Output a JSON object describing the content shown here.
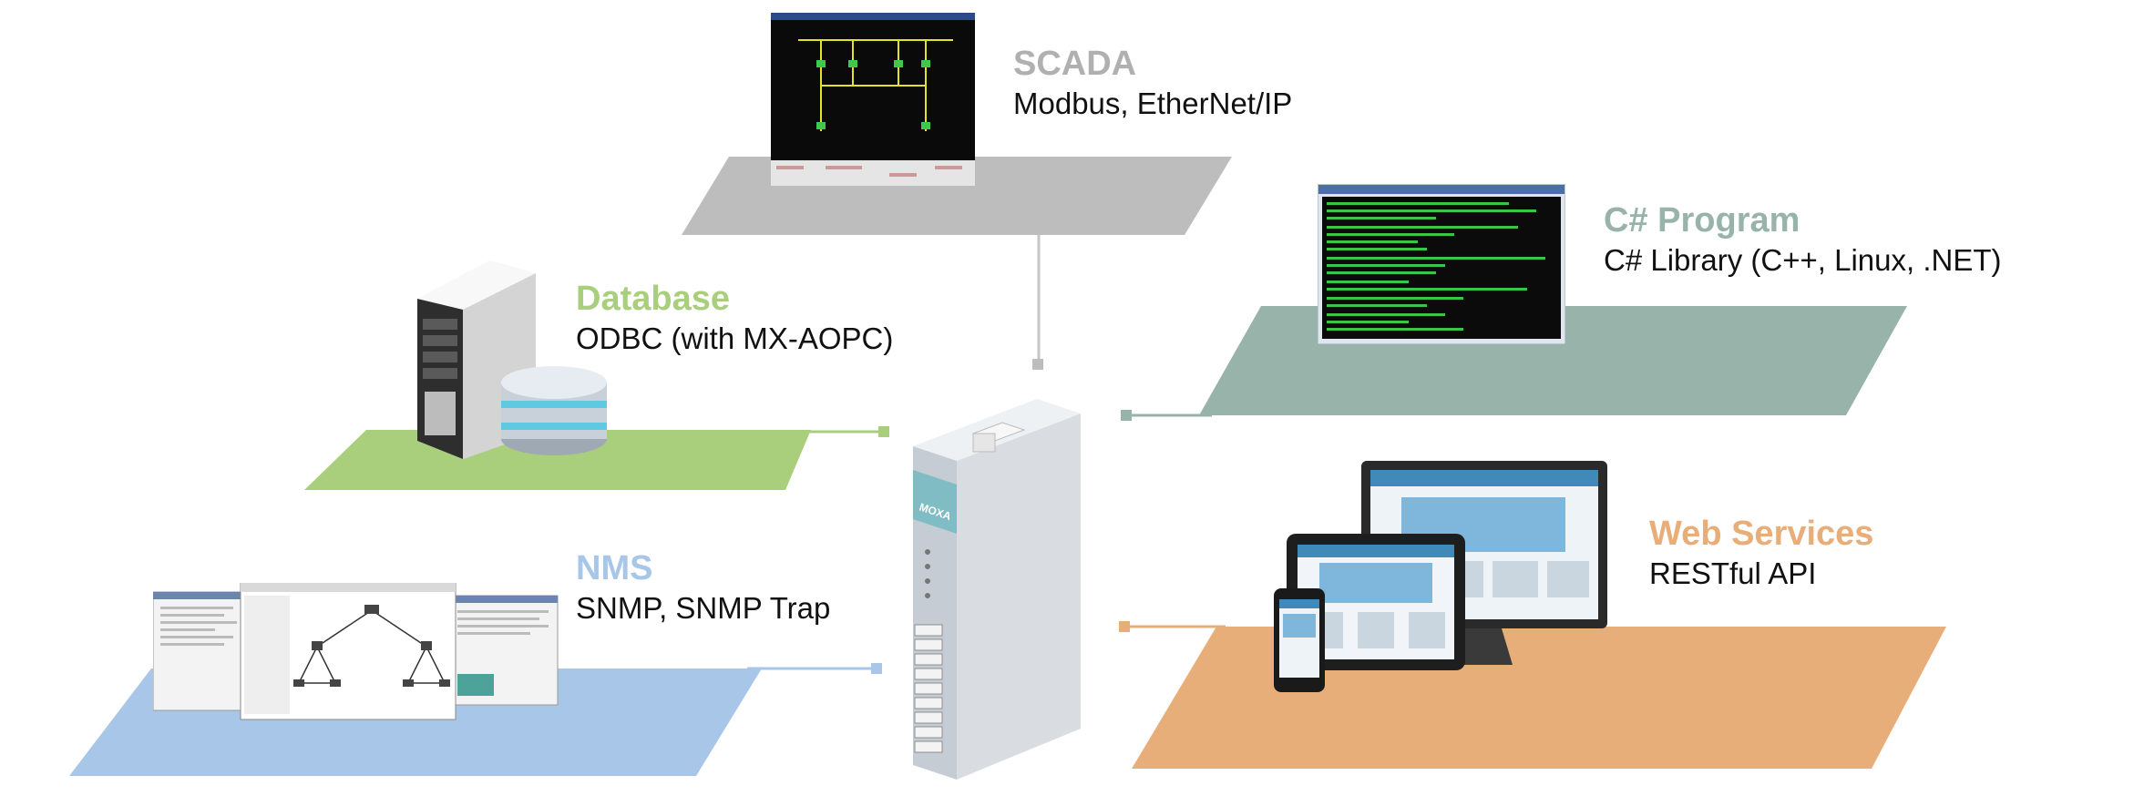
{
  "colors": {
    "scada": "#b9b9b9",
    "csharp": "#98b3a9",
    "database": "#a9cf7d",
    "nms": "#a8c6e7",
    "web": "#e8ae79",
    "connector": "#c9c9c9"
  },
  "nodes": {
    "scada": {
      "title": "SCADA",
      "subtitle": "Modbus, EtherNet/IP"
    },
    "csharp": {
      "title": "C# Program",
      "subtitle": "C# Library (C++, Linux, .NET)"
    },
    "database": {
      "title": "Database",
      "subtitle": "ODBC (with MX-AOPC)"
    },
    "nms": {
      "title": "NMS",
      "subtitle": "SNMP, SNMP Trap"
    },
    "web": {
      "title": "Web Services",
      "subtitle": "RESTful API"
    }
  },
  "device": {
    "brand": "MOXA"
  },
  "icons": {
    "scada": "scada-monitor-icon",
    "csharp": "console-window-icon",
    "database": "server-database-icon",
    "nms": "nms-software-screens-icon",
    "web": "multi-device-icon",
    "device": "io-module-device-icon"
  }
}
